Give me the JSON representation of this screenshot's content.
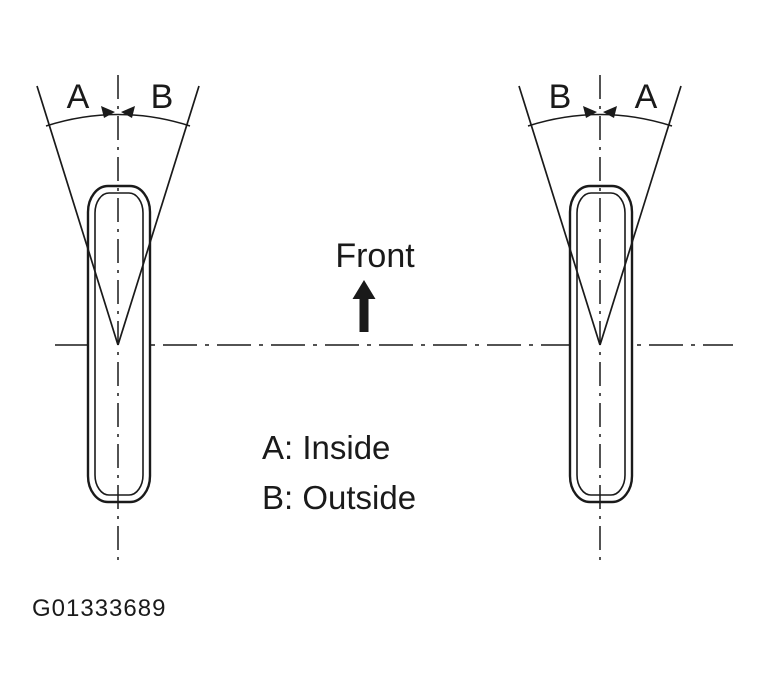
{
  "colors": {
    "ink": "#1a1a1a",
    "paper": "#ffffff"
  },
  "diagram": {
    "front_label": "Front",
    "legend_line_a": "A: Inside",
    "legend_line_b": "B: Outside",
    "figure_id": "G01333689",
    "left_wheel": {
      "label_left": "A",
      "label_right": "B"
    },
    "right_wheel": {
      "label_left": "B",
      "label_right": "A"
    }
  }
}
